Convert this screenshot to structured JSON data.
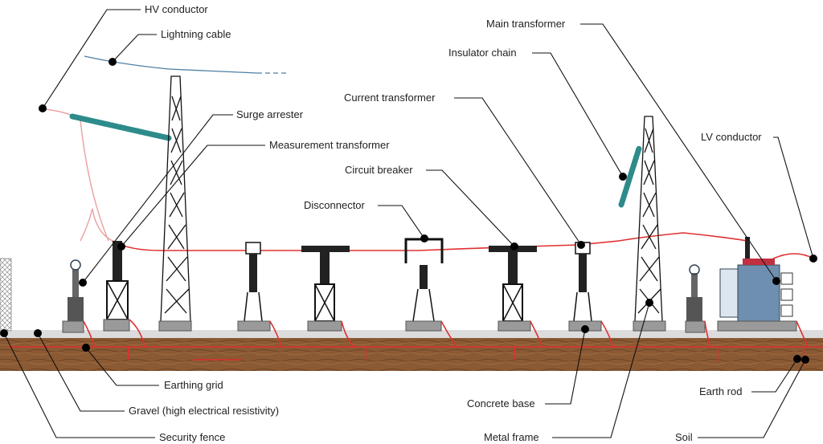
{
  "labels": {
    "hv_conductor": "HV conductor",
    "lightning_cable": "Lightning cable",
    "surge_arrester": "Surge arrester",
    "measurement_transformer": "Measurement transformer",
    "current_transformer": "Current transformer",
    "circuit_breaker": "Circuit breaker",
    "disconnector": "Disconnector",
    "main_transformer": "Main transformer",
    "insulator_chain": "Insulator chain",
    "lv_conductor": "LV conductor",
    "earthing_grid": "Earthing grid",
    "gravel": "Gravel (high electrical resistivity)",
    "security_fence": "Security fence",
    "concrete_base": "Concrete base",
    "metal_frame": "Metal frame",
    "earth_rod": "Earth rod",
    "soil": "Soil"
  },
  "colors": {
    "soil": "#8a5a34",
    "gravel": "#dcdcdc",
    "hv_wire": "#e03030",
    "insulator": "#2e8b8b",
    "transformer": "#6f8fb0"
  }
}
